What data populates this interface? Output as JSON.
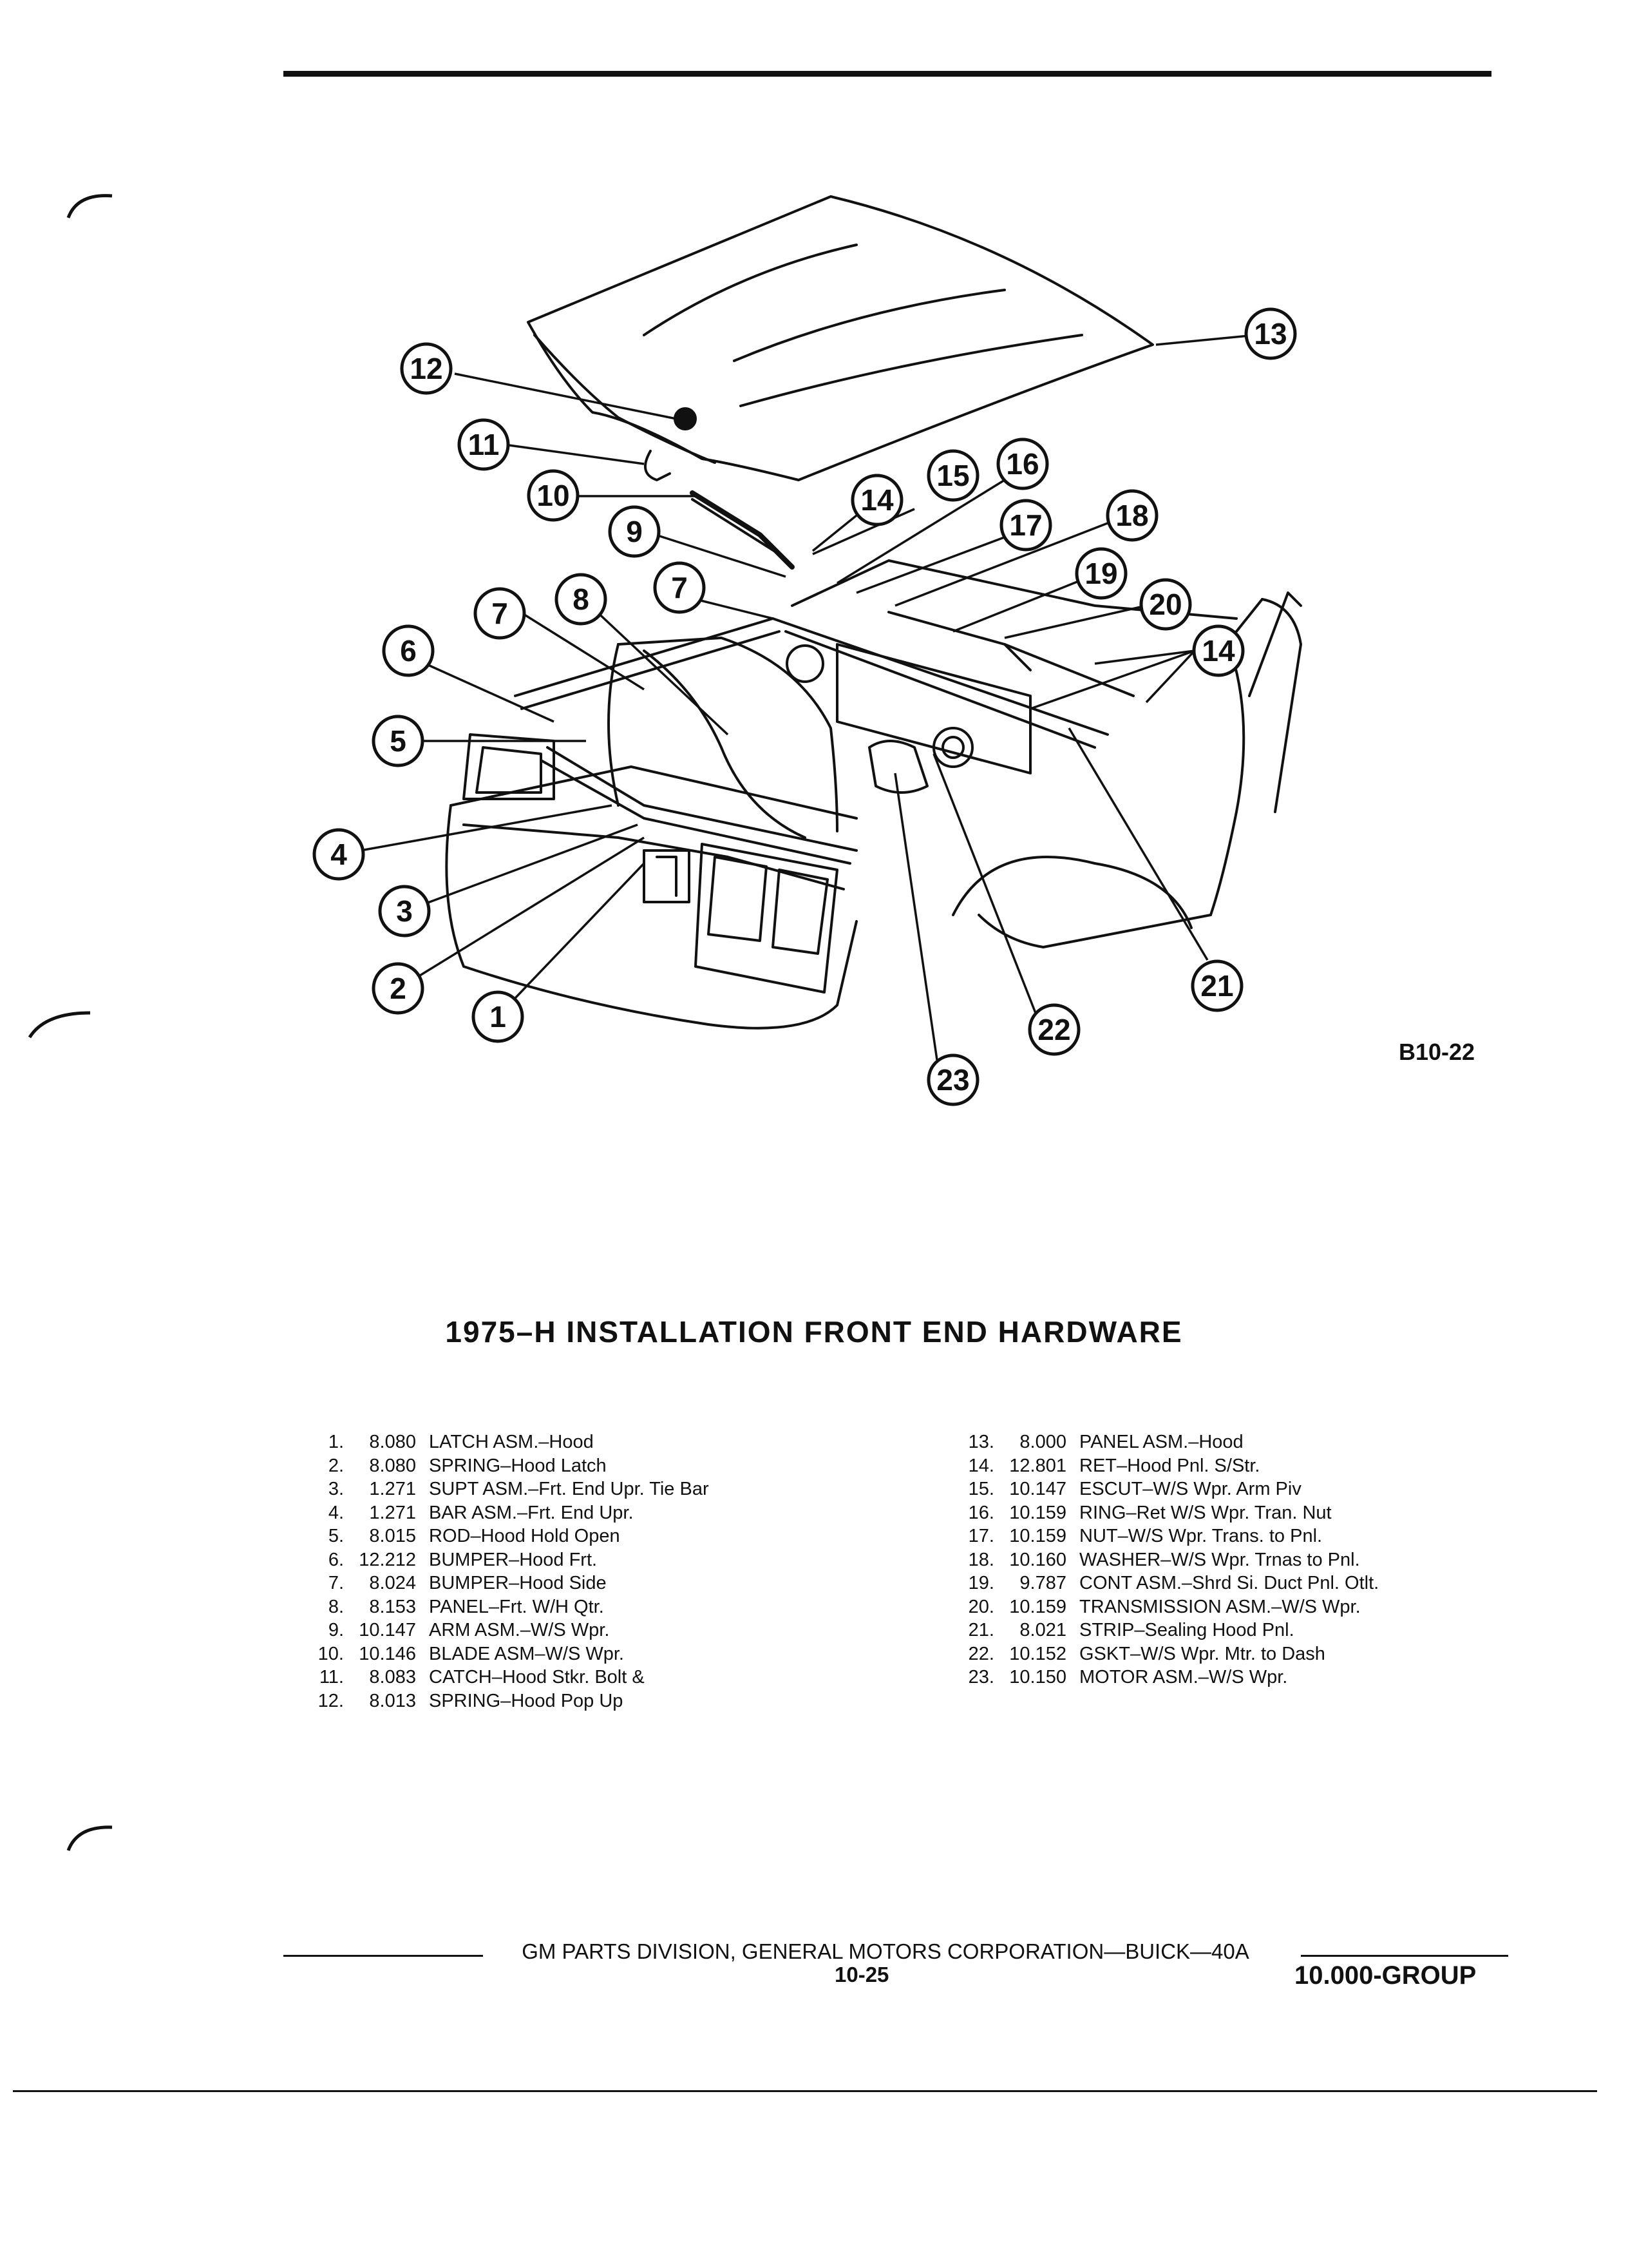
{
  "figure": {
    "label": "B10-22",
    "callouts": [
      "1",
      "2",
      "3",
      "4",
      "5",
      "6",
      "7",
      "7",
      "8",
      "9",
      "10",
      "11",
      "12",
      "13",
      "14",
      "14",
      "15",
      "16",
      "17",
      "18",
      "19",
      "20",
      "21",
      "22",
      "23"
    ]
  },
  "title": "1975–H INSTALLATION FRONT END HARDWARE",
  "parts_left": [
    {
      "num": "1.",
      "code": "8.080",
      "desc": "LATCH ASM.–Hood"
    },
    {
      "num": "2.",
      "code": "8.080",
      "desc": "SPRING–Hood Latch"
    },
    {
      "num": "3.",
      "code": "1.271",
      "desc": "SUPT ASM.–Frt. End Upr. Tie Bar"
    },
    {
      "num": "4.",
      "code": "1.271",
      "desc": "BAR ASM.–Frt. End Upr."
    },
    {
      "num": "5.",
      "code": "8.015",
      "desc": "ROD–Hood Hold Open"
    },
    {
      "num": "6.",
      "code": "12.212",
      "desc": "BUMPER–Hood Frt."
    },
    {
      "num": "7.",
      "code": "8.024",
      "desc": "BUMPER–Hood Side"
    },
    {
      "num": "8.",
      "code": "8.153",
      "desc": "PANEL–Frt. W/H Qtr."
    },
    {
      "num": "9.",
      "code": "10.147",
      "desc": "ARM ASM.–W/S Wpr."
    },
    {
      "num": "10.",
      "code": "10.146",
      "desc": "BLADE ASM–W/S Wpr."
    },
    {
      "num": "11.",
      "code": "8.083",
      "desc": "CATCH–Hood Stkr. Bolt &"
    },
    {
      "num": "12.",
      "code": "8.013",
      "desc": "SPRING–Hood Pop Up"
    }
  ],
  "parts_right": [
    {
      "num": "13.",
      "code": "8.000",
      "desc": "PANEL ASM.–Hood"
    },
    {
      "num": "14.",
      "code": "12.801",
      "desc": "RET–Hood Pnl. S/Str."
    },
    {
      "num": "15.",
      "code": "10.147",
      "desc": "ESCUT–W/S Wpr. Arm Piv"
    },
    {
      "num": "16.",
      "code": "10.159",
      "desc": "RING–Ret W/S Wpr. Tran. Nut"
    },
    {
      "num": "17.",
      "code": "10.159",
      "desc": "NUT–W/S Wpr. Trans. to Pnl."
    },
    {
      "num": "18.",
      "code": "10.160",
      "desc": "WASHER–W/S Wpr. Trnas to Pnl."
    },
    {
      "num": "19.",
      "code": "9.787",
      "desc": "CONT ASM.–Shrd Si. Duct Pnl. Otlt."
    },
    {
      "num": "20.",
      "code": "10.159",
      "desc": "TRANSMISSION ASM.–W/S Wpr."
    },
    {
      "num": "21.",
      "code": "8.021",
      "desc": "STRIP–Sealing Hood Pnl."
    },
    {
      "num": "22.",
      "code": "10.152",
      "desc": "GSKT–W/S Wpr. Mtr. to Dash"
    },
    {
      "num": "23.",
      "code": "10.150",
      "desc": "MOTOR ASM.–W/S Wpr."
    }
  ],
  "footer": {
    "text": "GM PARTS DIVISION, GENERAL MOTORS CORPORATION—BUICK—40A",
    "page": "10-25",
    "group": "10.000-GROUP"
  }
}
